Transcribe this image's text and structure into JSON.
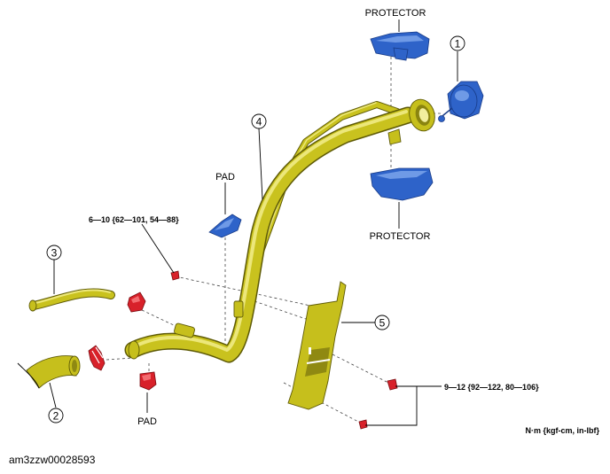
{
  "labels": {
    "protector_top": "PROTECTOR",
    "protector_bottom": "PROTECTOR",
    "pad_top": "PAD",
    "pad_bottom": "PAD",
    "torque_1": "6—10 {62—101, 54—88}",
    "torque_2": "9—12 {92—122, 80—106}",
    "units": "N·m {kgf-cm, in-lbf}"
  },
  "callouts": {
    "c1": "1",
    "c2": "2",
    "c3": "3",
    "c4": "4",
    "c5": "5"
  },
  "reference_code": "am3zzw00028593",
  "colors": {
    "pipe": "#c9c21e",
    "protector": "#2e63c9",
    "clamp": "#d8212a"
  }
}
